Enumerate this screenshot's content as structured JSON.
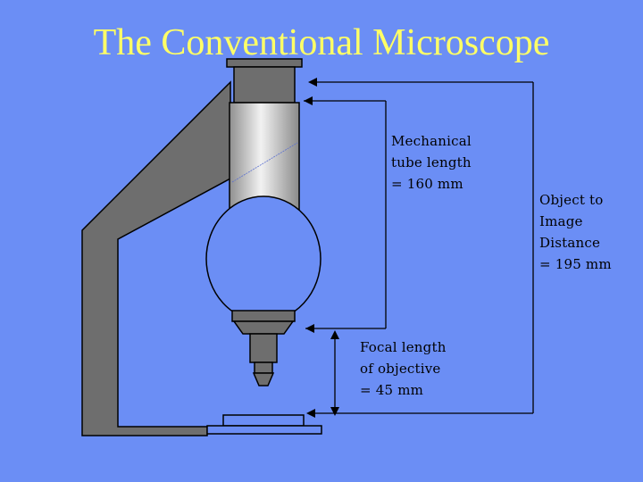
{
  "title": "The Conventional Microscope",
  "labels": {
    "mechanical_tube": [
      "Mechanical",
      "tube length",
      "= 160 mm"
    ],
    "object_to_image": [
      "Object to",
      "Image",
      "Distance",
      "= 195 mm"
    ],
    "focal_length": [
      "Focal length",
      "of objective",
      "= 45 mm"
    ]
  },
  "colors": {
    "background": "#6b8ef5",
    "title": "#ffff66",
    "body_gray": "#6e6e6e",
    "outline": "#000000"
  }
}
